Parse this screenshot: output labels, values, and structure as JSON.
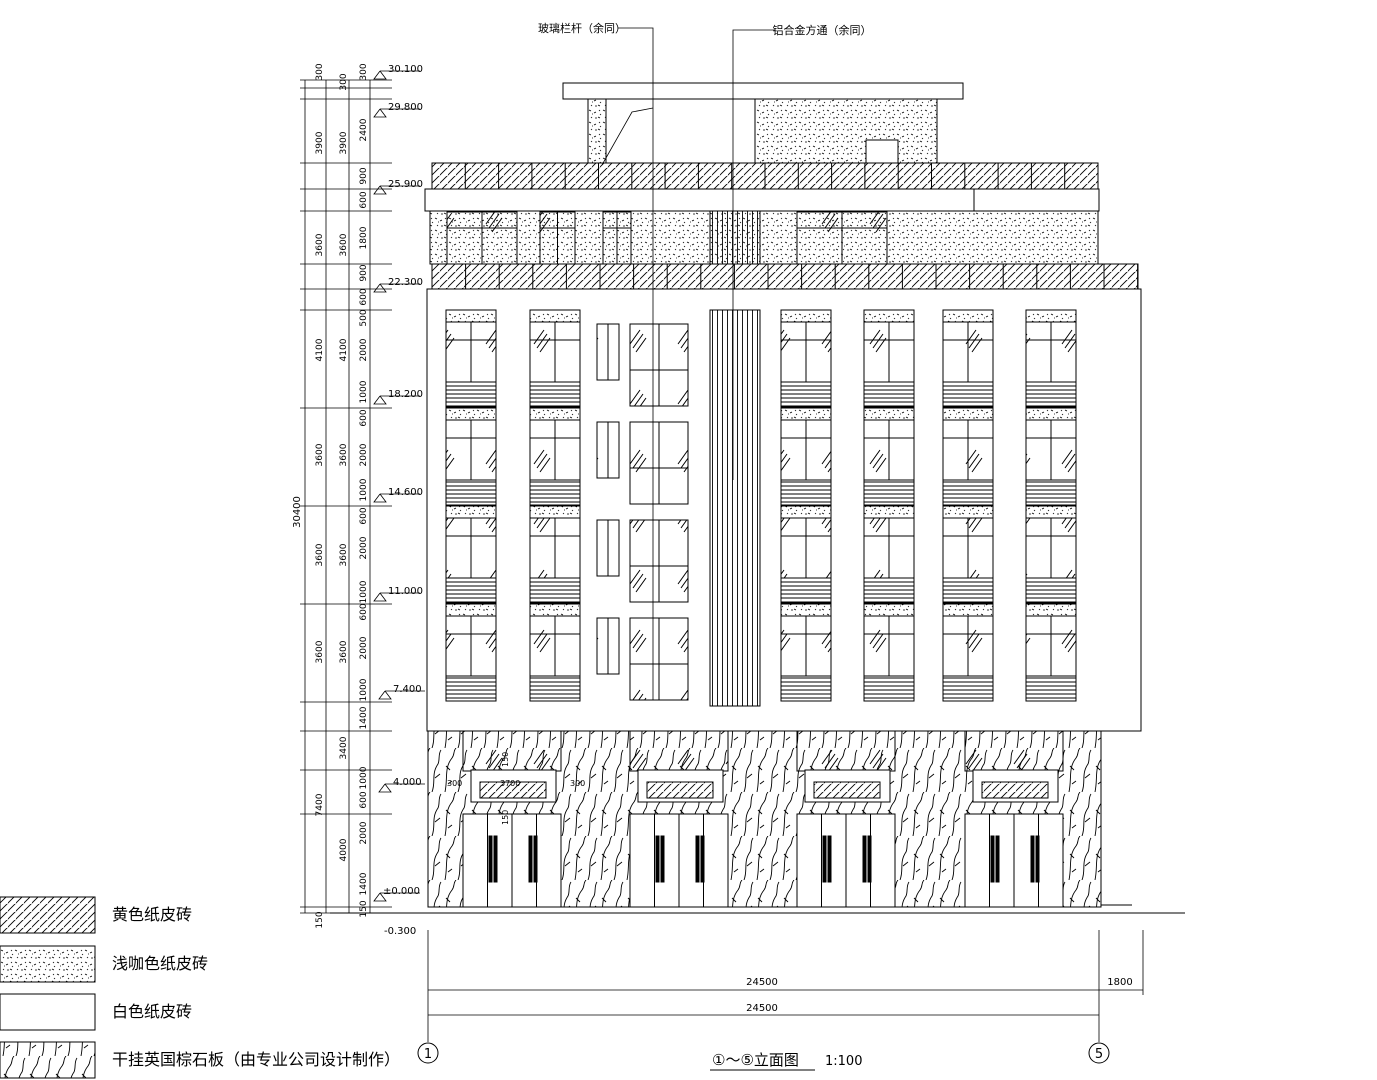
{
  "title": "①～⑤立面图",
  "scale": "1:100",
  "grid_axes": {
    "left": "1",
    "right": "5"
  },
  "annotations": {
    "glass_railing": "玻璃栏杆（余同）",
    "aluminum_tube": "铝合金方通（余同）"
  },
  "elevations": [
    "30.100",
    "29.800",
    "25.900",
    "22.300",
    "18.200",
    "14.600",
    "11.000",
    "7.400",
    "4.000",
    "±0.000",
    "-0.300"
  ],
  "dims_outer": [
    "300",
    "3900",
    "3600",
    "4100",
    "3600",
    "3600",
    "3600",
    "7400",
    "150"
  ],
  "dims_total": "30400",
  "dims_mid": [
    "300",
    "3900",
    "3600",
    "4100",
    "3600",
    "3600",
    "3600",
    "3400",
    "4000"
  ],
  "dims_inner": [
    "300",
    "2400",
    "900",
    "600",
    "1800",
    "900",
    "600",
    "500",
    "2000",
    "1000",
    "600",
    "2000",
    "1000",
    "600",
    "2000",
    "1000",
    "600",
    "2000",
    "1000",
    "1400",
    "1000",
    "600",
    "2000",
    "1400",
    "150"
  ],
  "dims_small": [
    "300",
    "300",
    "600",
    "150"
  ],
  "dims_bottom": {
    "overall_1": "24500",
    "overall_2": "24500",
    "extension": "1800"
  },
  "sign_dims": {
    "a": "150",
    "b": "150",
    "c": "300",
    "d": "3700",
    "e": "300"
  },
  "legend": [
    {
      "label": "黄色纸皮砖",
      "pattern": "diagonal"
    },
    {
      "label": "浅咖色纸皮砖",
      "pattern": "speckle"
    },
    {
      "label": "白色纸皮砖",
      "pattern": "blank"
    },
    {
      "label": "干挂英国棕石板（由专业公司设计制作）",
      "pattern": "marble"
    }
  ],
  "colors": {
    "line": "#000000",
    "paper": "#ffffff"
  }
}
